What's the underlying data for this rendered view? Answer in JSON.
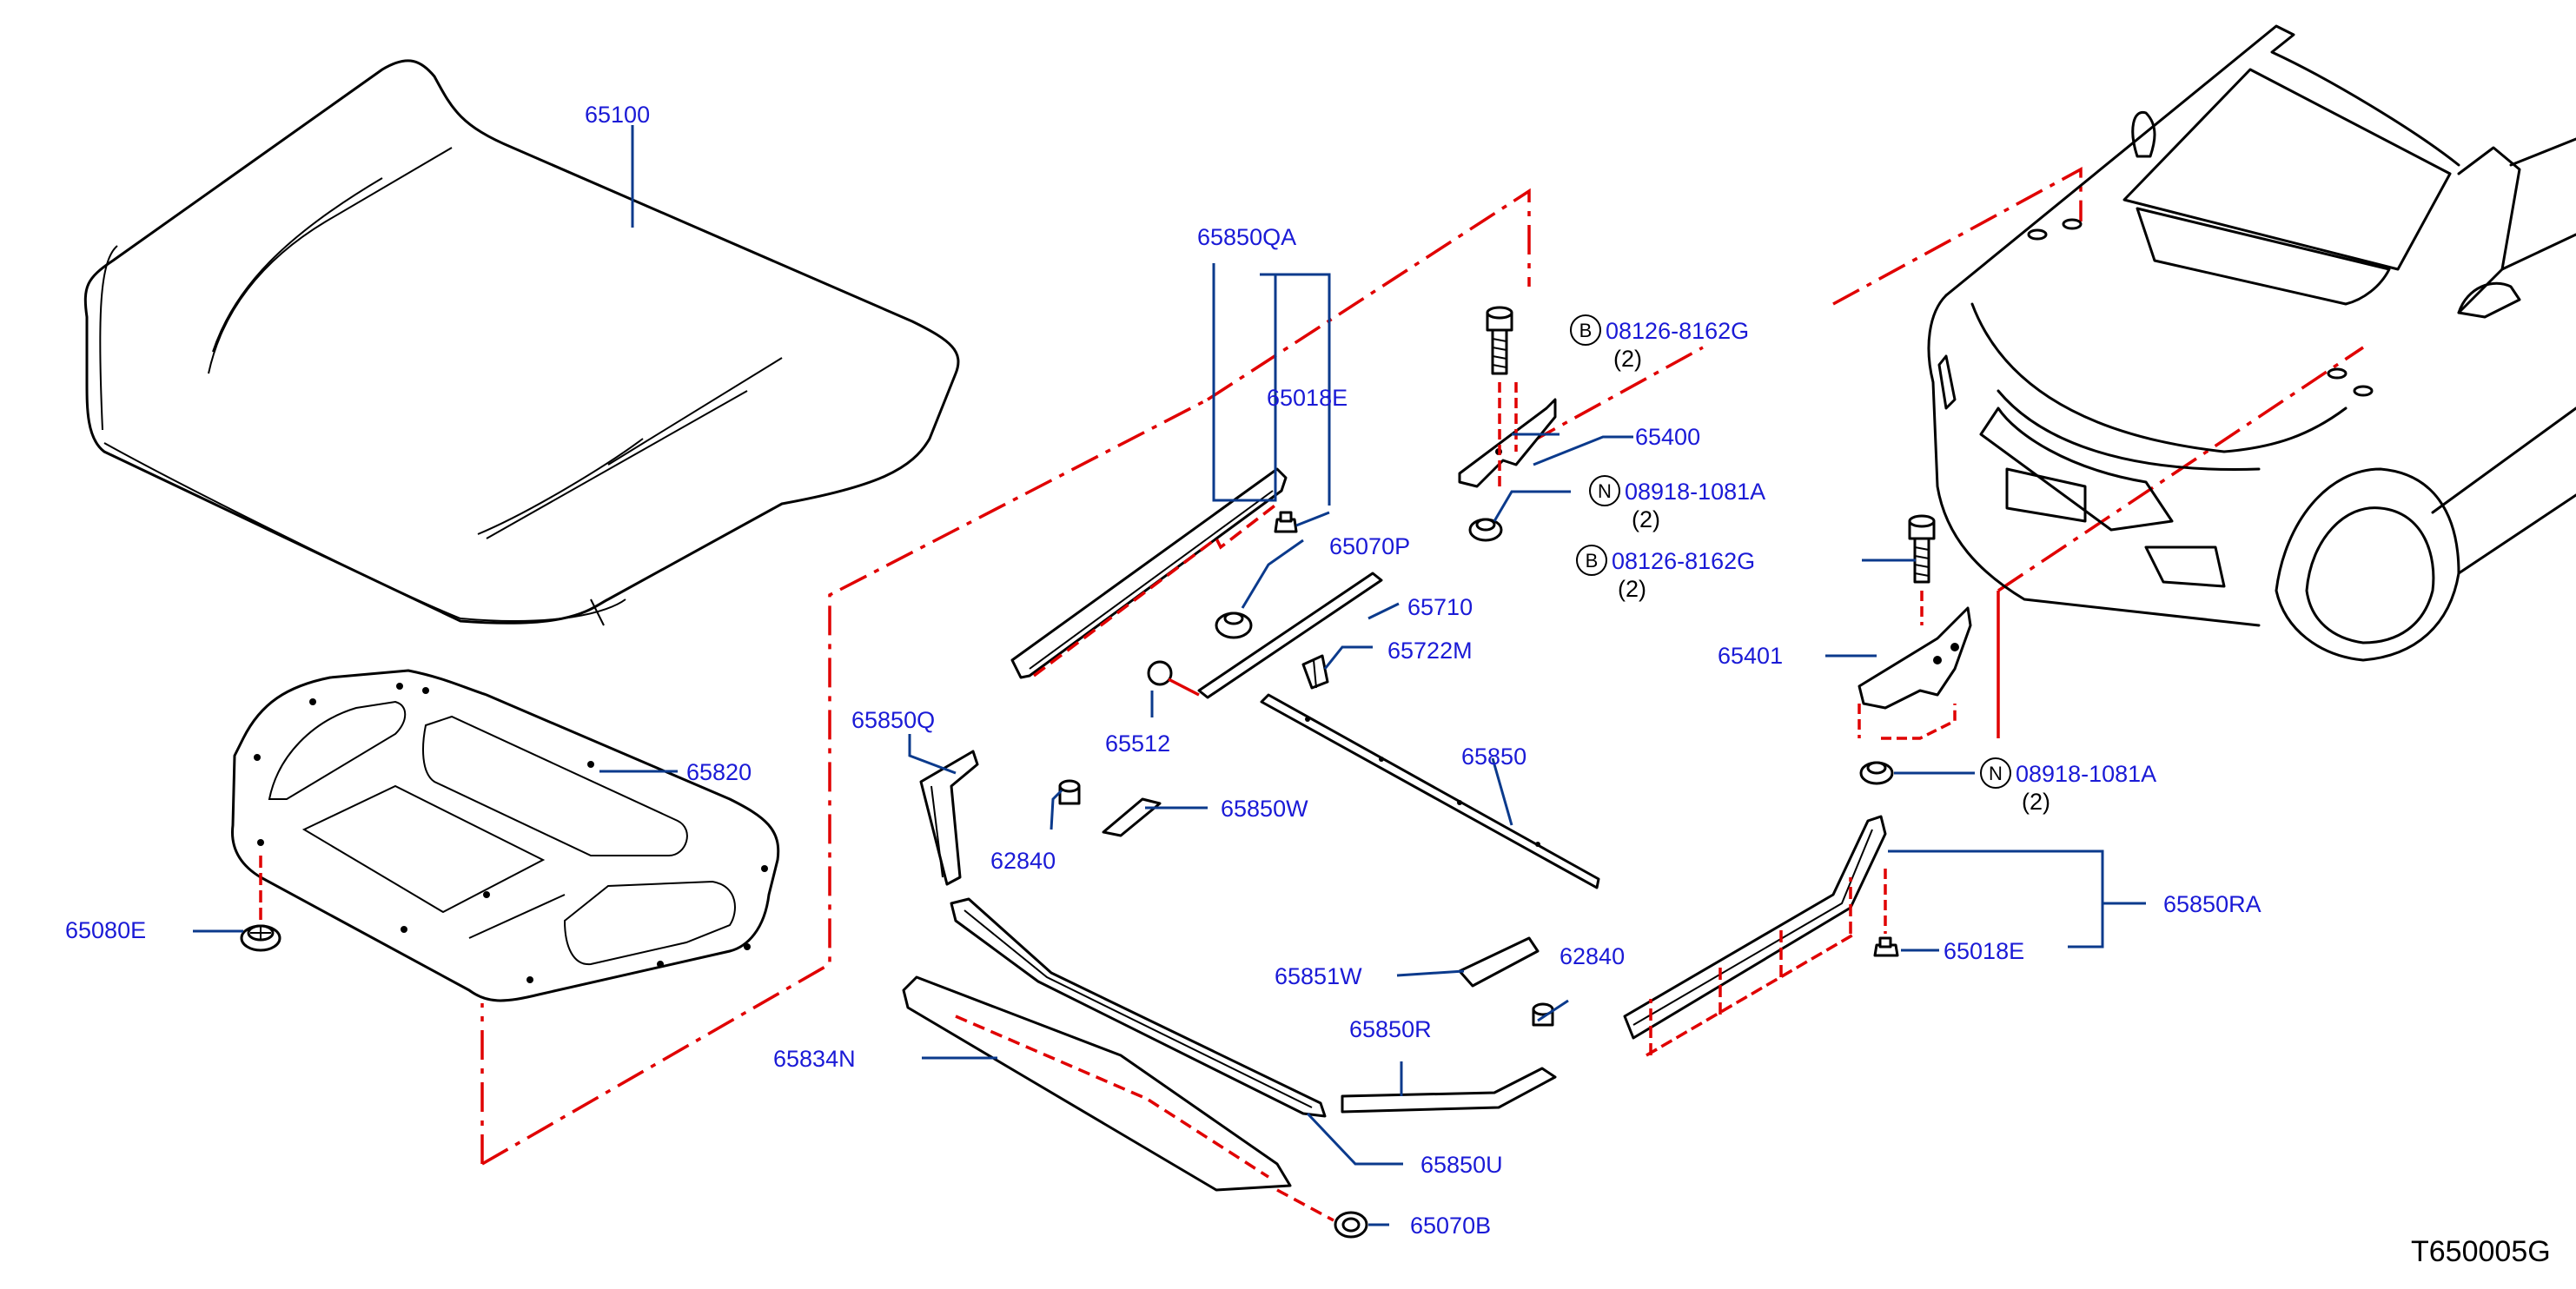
{
  "colors": {
    "label": "#1a1ad6",
    "leader": "#0b3a8c",
    "phantom": "#e00000",
    "outline": "#000000"
  },
  "labels": {
    "p65100": "65100",
    "p65820": "65820",
    "p65080E": "65080E",
    "p65850QA": "65850QA",
    "p65018E_top": "65018E",
    "p65070P": "65070P",
    "p65710": "65710",
    "p65722M": "65722M",
    "p65512": "65512",
    "p65850": "65850",
    "p65850Q": "65850Q",
    "p62840_left": "62840",
    "p65850W": "65850W",
    "p65851W": "65851W",
    "p62840_right": "62840",
    "p65850R": "65850R",
    "p65834N": "65834N",
    "p65850U": "65850U",
    "p65070B": "65070B",
    "p65400": "65400",
    "p65401": "65401",
    "p65850RA": "65850RA",
    "p65018E_right": "65018E",
    "bolt1": "08126-8162G",
    "bolt1_qty": "(2)",
    "nut1": "08918-1081A",
    "nut1_qty": "(2)",
    "bolt2": "08126-8162G",
    "bolt2_qty": "(2)",
    "nut2": "08918-1081A",
    "nut2_qty": "(2)",
    "sym_b1": "B",
    "sym_n1": "N",
    "sym_b2": "B",
    "sym_n2": "N"
  },
  "diagram_code": "T650005G"
}
